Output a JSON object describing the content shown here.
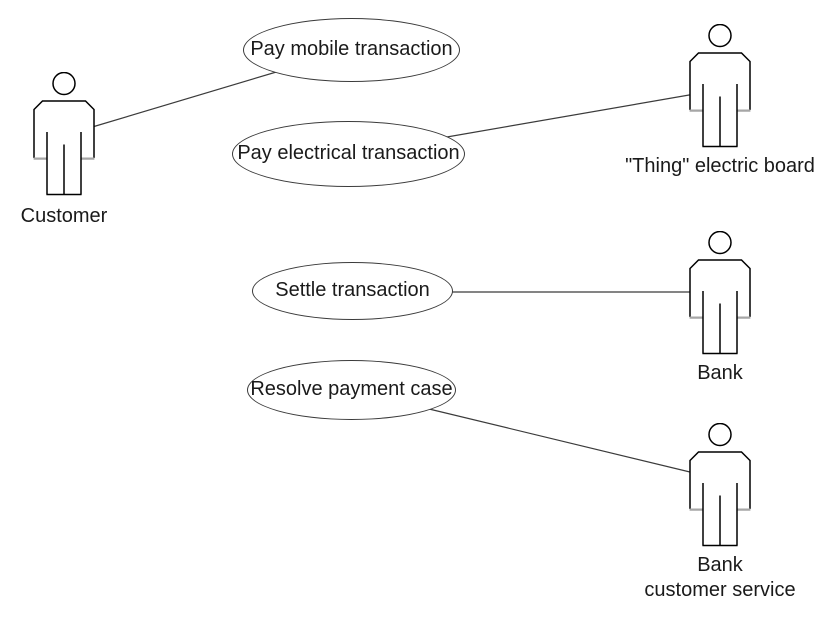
{
  "diagram": {
    "type": "UML use case diagram",
    "actors": {
      "customer": {
        "label": "Customer"
      },
      "electric_board": {
        "label": "\"Thing\" electric board"
      },
      "bank": {
        "label": "Bank"
      },
      "bank_customer_service": {
        "label_line1": "Bank",
        "label_line2": "customer service"
      }
    },
    "use_cases": {
      "pay_mobile": {
        "label": "Pay mobile transaction"
      },
      "pay_electrical": {
        "label": "Pay electrical transaction"
      },
      "settle": {
        "label": "Settle transaction"
      },
      "resolve": {
        "label": "Resolve payment case"
      }
    },
    "connections": [
      {
        "from": "Customer",
        "to": "Pay mobile transaction"
      },
      {
        "from": "Pay electrical transaction",
        "to": "\"Thing\" electric board"
      },
      {
        "from": "Settle transaction",
        "to": "Bank"
      },
      {
        "from": "Resolve payment case",
        "to": "Bank customer service"
      }
    ],
    "colors": {
      "background": "#ffffff",
      "shape_stroke": "#3b3b3b",
      "actor_stroke": "#000000",
      "actor_accent": "#a6a6a6",
      "text": "#1a1a1a"
    }
  }
}
